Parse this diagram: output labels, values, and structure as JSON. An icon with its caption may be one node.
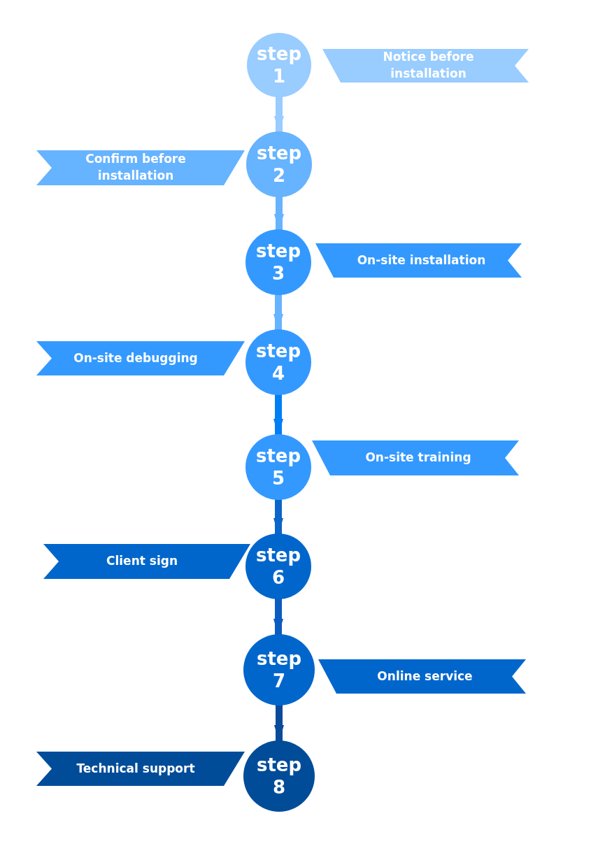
{
  "diagram": {
    "nodes": [
      {
        "text": [
          "step 1"
        ]
      },
      {
        "text": [
          "Notice before installation"
        ]
      },
      {
        "text": [
          "Confirm before installation"
        ]
      },
      {
        "text": [
          "step 2"
        ]
      },
      {
        "text": [
          "step 3"
        ]
      },
      {
        "text": [
          "On-site installation"
        ]
      },
      {
        "text": [
          "On-site debugging"
        ]
      },
      {
        "text": [
          "step 4"
        ]
      },
      {
        "text": [
          "step 5"
        ]
      },
      {
        "text": [
          "On-site training"
        ]
      },
      {
        "text": [
          "Client sign"
        ]
      },
      {
        "text": [
          "step 6"
        ]
      },
      {
        "text": [
          "step 7"
        ]
      },
      {
        "text": [
          "Online service"
        ]
      },
      {
        "text": [
          "Technical support"
        ]
      },
      {
        "text": [
          "step 8"
        ]
      }
    ],
    "edges": [
      {
        "from": 0,
        "to": 3,
        "arrow": "to",
        "color": "#99ccff"
      },
      {
        "from": 3,
        "to": 4,
        "arrow": "to",
        "color": "#66b3ff"
      },
      {
        "from": 4,
        "to": 7,
        "arrow": "to",
        "color": "#66b3ff"
      },
      {
        "from": 7,
        "to": 8,
        "arrow": "to",
        "color": "#007ff5"
      },
      {
        "from": 8,
        "to": 11,
        "arrow": "to",
        "color": "#0a66c8"
      },
      {
        "from": 11,
        "to": 12,
        "arrow": "to",
        "color": "#0a5cc0"
      },
      {
        "from": 12,
        "to": 15,
        "arrow": "to",
        "color": "#0a4a9a"
      }
    ]
  }
}
